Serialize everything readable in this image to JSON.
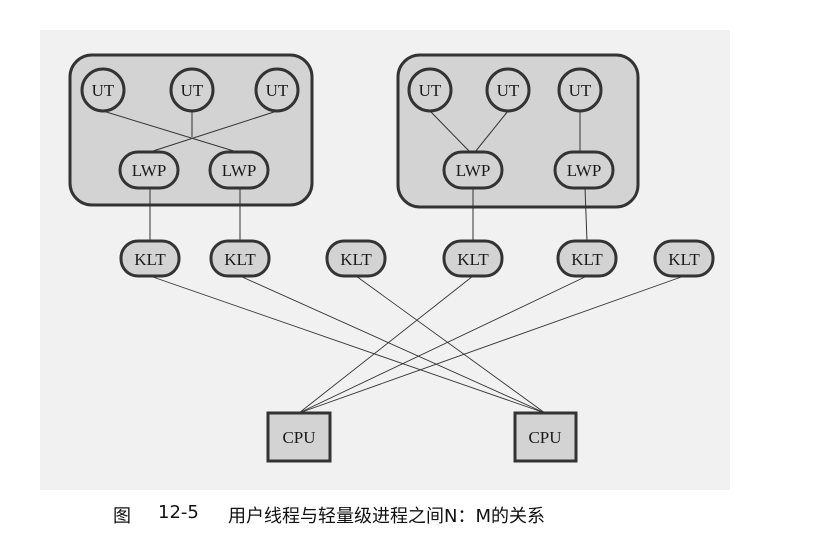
{
  "diagram": {
    "left_process": {
      "threads": [
        "UT",
        "UT",
        "UT"
      ],
      "lwps": [
        "LWP",
        "LWP"
      ]
    },
    "right_process": {
      "threads": [
        "UT",
        "UT",
        "UT"
      ],
      "lwps": [
        "LWP",
        "LWP"
      ]
    },
    "klts": [
      "KLT",
      "KLT",
      "KLT",
      "KLT",
      "KLT",
      "KLT"
    ],
    "cpus": [
      "CPU",
      "CPU"
    ]
  },
  "caption": {
    "label": "图",
    "number": "12-5",
    "text": "用户线程与轻量级进程之间N：M的关系"
  },
  "colors": {
    "panel_background": "#f1f1f1",
    "node_fill": "#d3d3d3",
    "stroke": "#333333"
  }
}
